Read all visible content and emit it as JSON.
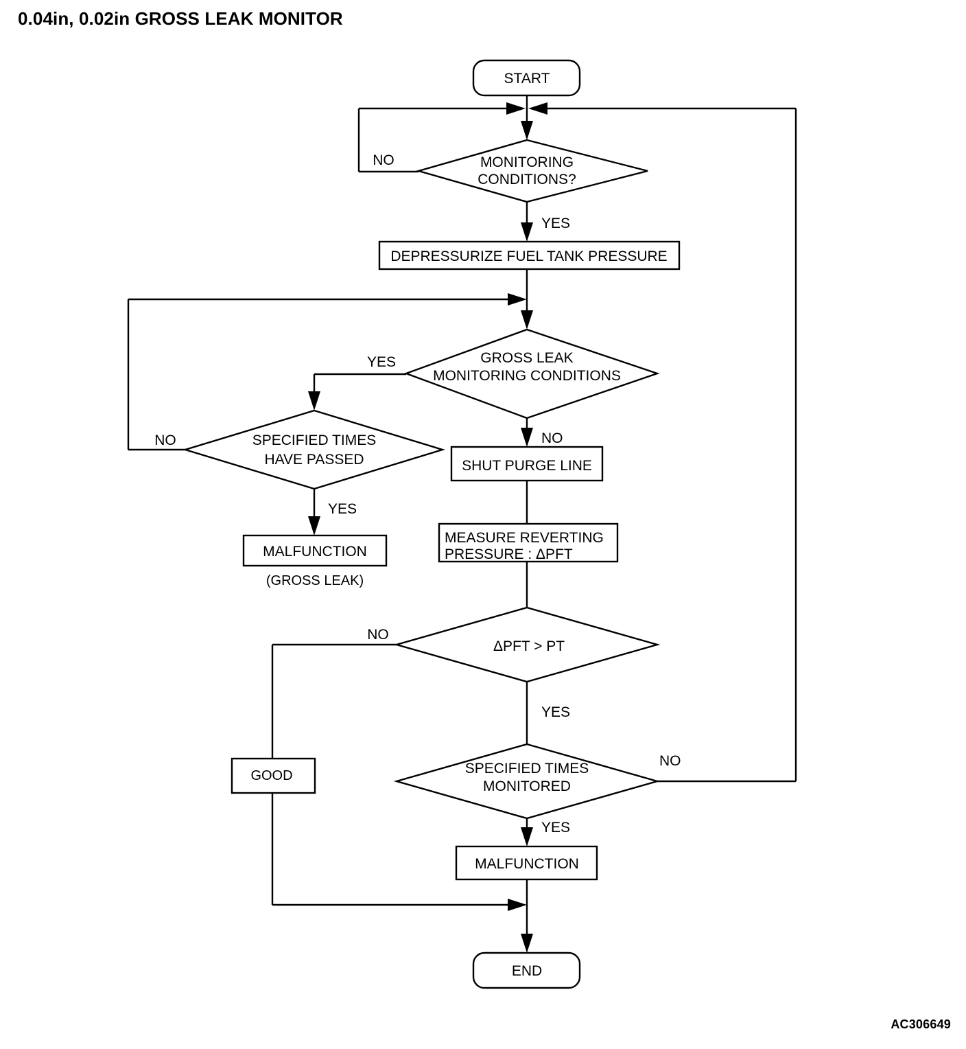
{
  "page": {
    "title": "0.04in, 0.02in GROSS LEAK MONITOR",
    "reference_code": "AC306649"
  },
  "flowchart": {
    "nodes": {
      "start": {
        "label": "START",
        "shape": "terminator"
      },
      "monitoring_conditions": {
        "label_line1": "MONITORING",
        "label_line2": "CONDITIONS?",
        "shape": "decision"
      },
      "depressurize": {
        "label": "DEPRESSURIZE FUEL TANK PRESSURE",
        "shape": "process"
      },
      "gross_leak_conditions": {
        "label_line1": "GROSS LEAK",
        "label_line2": "MONITORING CONDITIONS",
        "shape": "decision"
      },
      "specified_times_passed": {
        "label_line1": "SPECIFIED TIMES",
        "label_line2": "HAVE PASSED",
        "shape": "decision"
      },
      "malfunction_gross_leak": {
        "label": "MALFUNCTION",
        "sub_label": "(GROSS LEAK)",
        "shape": "process"
      },
      "shut_purge_line": {
        "label": "SHUT PURGE LINE",
        "shape": "process"
      },
      "measure_reverting": {
        "label_line1": "MEASURE REVERTING",
        "label_line2": "PRESSURE : ΔPFT",
        "shape": "process"
      },
      "dpft_gt_pt": {
        "label": "ΔPFT > PT",
        "shape": "decision"
      },
      "good": {
        "label": "GOOD",
        "shape": "process"
      },
      "specified_times_monitored": {
        "label_line1": "SPECIFIED TIMES",
        "label_line2": "MONITORED",
        "shape": "decision"
      },
      "malfunction": {
        "label": "MALFUNCTION",
        "shape": "process"
      },
      "end": {
        "label": "END",
        "shape": "terminator"
      }
    },
    "branch_labels": {
      "monitoring_no": "NO",
      "monitoring_yes": "YES",
      "gross_leak_yes": "YES",
      "gross_leak_no": "NO",
      "specified_passed_no": "NO",
      "specified_passed_yes": "YES",
      "dpft_no": "NO",
      "dpft_yes": "YES",
      "monitored_no": "NO",
      "monitored_yes": "YES"
    }
  }
}
